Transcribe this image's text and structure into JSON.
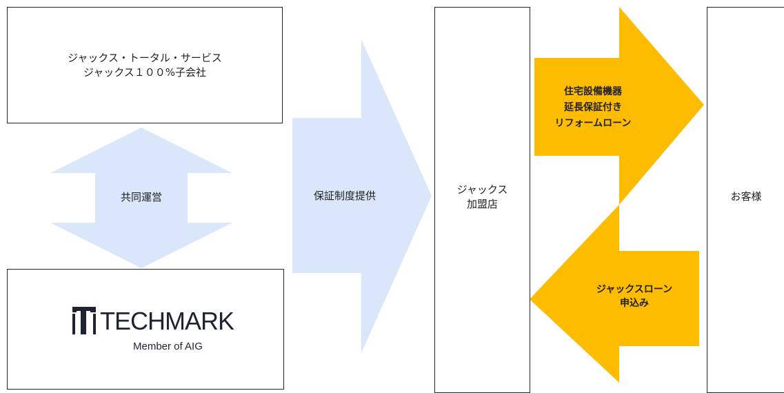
{
  "top_company": {
    "line1": "ジャックス・トータル・サービス",
    "line2": "ジャックス１００%子会社"
  },
  "joint_operation": "共同運営",
  "guarantee_provision": "保証制度提供",
  "techmark": {
    "logo_text": "TECHMARK",
    "tagline": "Member of AIG"
  },
  "member_store": {
    "line1": "ジャックス",
    "line2": "加盟店"
  },
  "loan_product": {
    "line1": "住宅設備機器",
    "line2": "延長保証付き",
    "line3": "リフォームローン"
  },
  "loan_application": {
    "line1": "ジャックスローン",
    "line2": "申込み"
  },
  "customer": "お客様",
  "colors": {
    "light_blue": "#dae7fb",
    "orange": "#fdbc00",
    "logo_navy": "#1e2233"
  }
}
